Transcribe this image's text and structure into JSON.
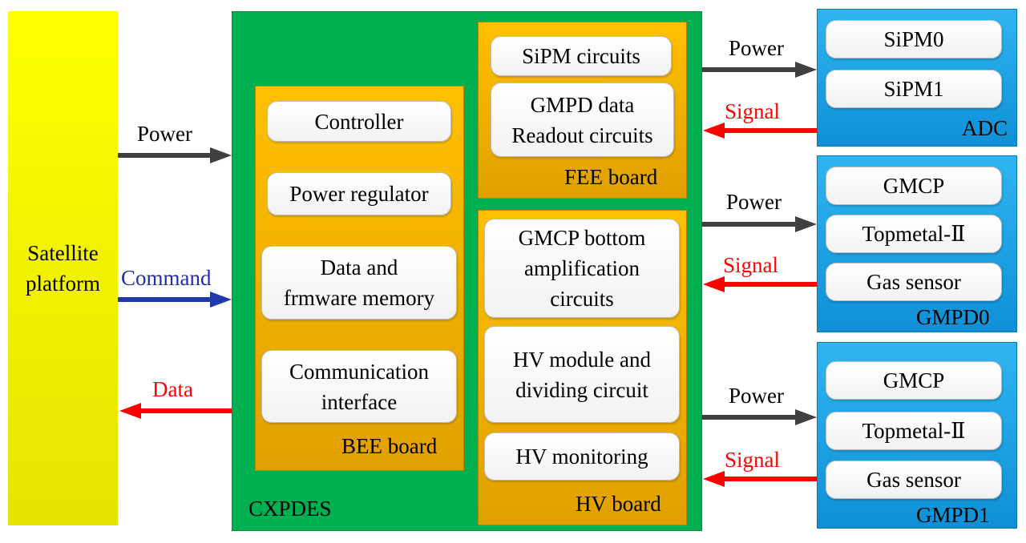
{
  "satellite": {
    "label_line1": "Satellite",
    "label_line2": "platform"
  },
  "links": {
    "power": "Power",
    "command": "Command",
    "data": "Data",
    "signal": "Signal"
  },
  "system": {
    "label": "CXPDES"
  },
  "bee_board": {
    "label": "BEE board",
    "items": [
      [
        "Controller"
      ],
      [
        "Power regulator"
      ],
      [
        "Data and",
        "frmware memory"
      ],
      [
        "Communication",
        "interface"
      ]
    ]
  },
  "fee_board": {
    "label": "FEE board",
    "items": [
      [
        "SiPM circuits"
      ],
      [
        "GMPD data",
        "Readout circuits"
      ]
    ]
  },
  "hv_board": {
    "label": "HV board",
    "items": [
      [
        "GMCP bottom",
        "amplification",
        "circuits"
      ],
      [
        "HV module and",
        "dividing circuit"
      ],
      [
        "HV monitoring"
      ]
    ]
  },
  "adc": {
    "label": "ADC",
    "items": [
      "SiPM0",
      "SiPM1"
    ]
  },
  "gmpd0": {
    "label": "GMPD0",
    "items": [
      "GMCP",
      "Topmetal-Ⅱ",
      "Gas sensor"
    ]
  },
  "gmpd1": {
    "label": "GMPD1",
    "items": [
      "GMCP",
      "Topmetal-Ⅱ",
      "Gas sensor"
    ]
  },
  "colors": {
    "power_arrow": "#404040",
    "signal_arrow": "#ff0000",
    "command_arrow": "#1f3aa8",
    "system": "#00b050",
    "board": "#ffc000",
    "device": "#1ea3e6",
    "satellite": "#ffff00"
  }
}
